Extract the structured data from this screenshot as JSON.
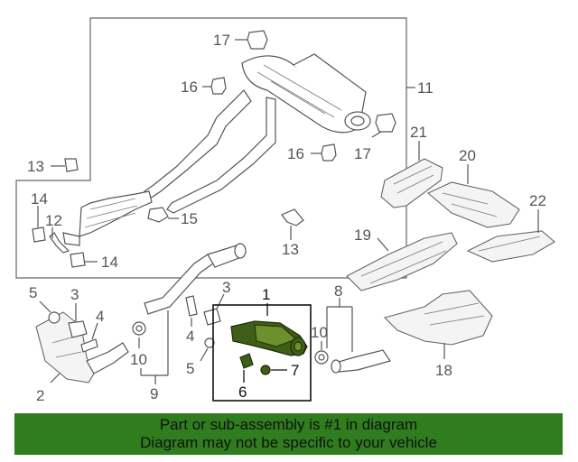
{
  "callouts": {
    "c1": "1",
    "c2": "2",
    "c3a": "3",
    "c3b": "3",
    "c4a": "4",
    "c4b": "4",
    "c5a": "5",
    "c5b": "5",
    "c6": "6",
    "c7": "7",
    "c8": "8",
    "c9": "9",
    "c10a": "10",
    "c10b": "10",
    "c11": "11",
    "c12": "12",
    "c13a": "13",
    "c13b": "13",
    "c14a": "14",
    "c14b": "14",
    "c15": "15",
    "c16a": "16",
    "c16b": "16",
    "c17a": "17",
    "c17b": "17",
    "c18": "18",
    "c19": "19",
    "c20": "20",
    "c21": "21",
    "c22": "22"
  },
  "banner": {
    "line1": "Part or sub-assembly is #1 in diagram",
    "line2": "Diagram may not be specific to your vehicle"
  },
  "colors": {
    "banner": "#2f7d1f",
    "highlight": "#3f5f18"
  }
}
